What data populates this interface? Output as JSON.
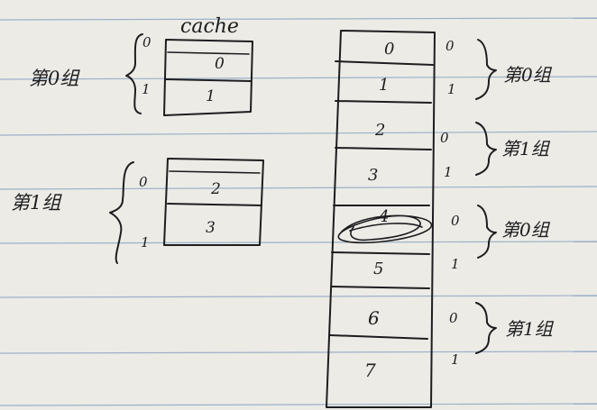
{
  "cache_title": "cache",
  "cache": {
    "group0": {
      "label": "第0组",
      "way_labels": [
        "0",
        "1"
      ],
      "lines": [
        "0",
        "1"
      ]
    },
    "group1": {
      "label": "第1组",
      "way_labels": [
        "0",
        "1"
      ],
      "lines": [
        "2",
        "3"
      ]
    }
  },
  "memory": {
    "blocks": [
      "0",
      "1",
      "2",
      "3",
      "4",
      "5",
      "6",
      "7"
    ],
    "groups": [
      {
        "label": "第0组",
        "indices": [
          "0",
          "1"
        ]
      },
      {
        "label": "第1组",
        "indices": [
          "0",
          "1"
        ]
      },
      {
        "label": "第0组",
        "indices": [
          "0",
          "1"
        ]
      },
      {
        "label": "第1组",
        "indices": [
          "0",
          "1"
        ]
      }
    ]
  },
  "colors": {
    "ink": "#1d1d1f",
    "paper": "#ecebe6",
    "rule": "#9db0c6"
  }
}
